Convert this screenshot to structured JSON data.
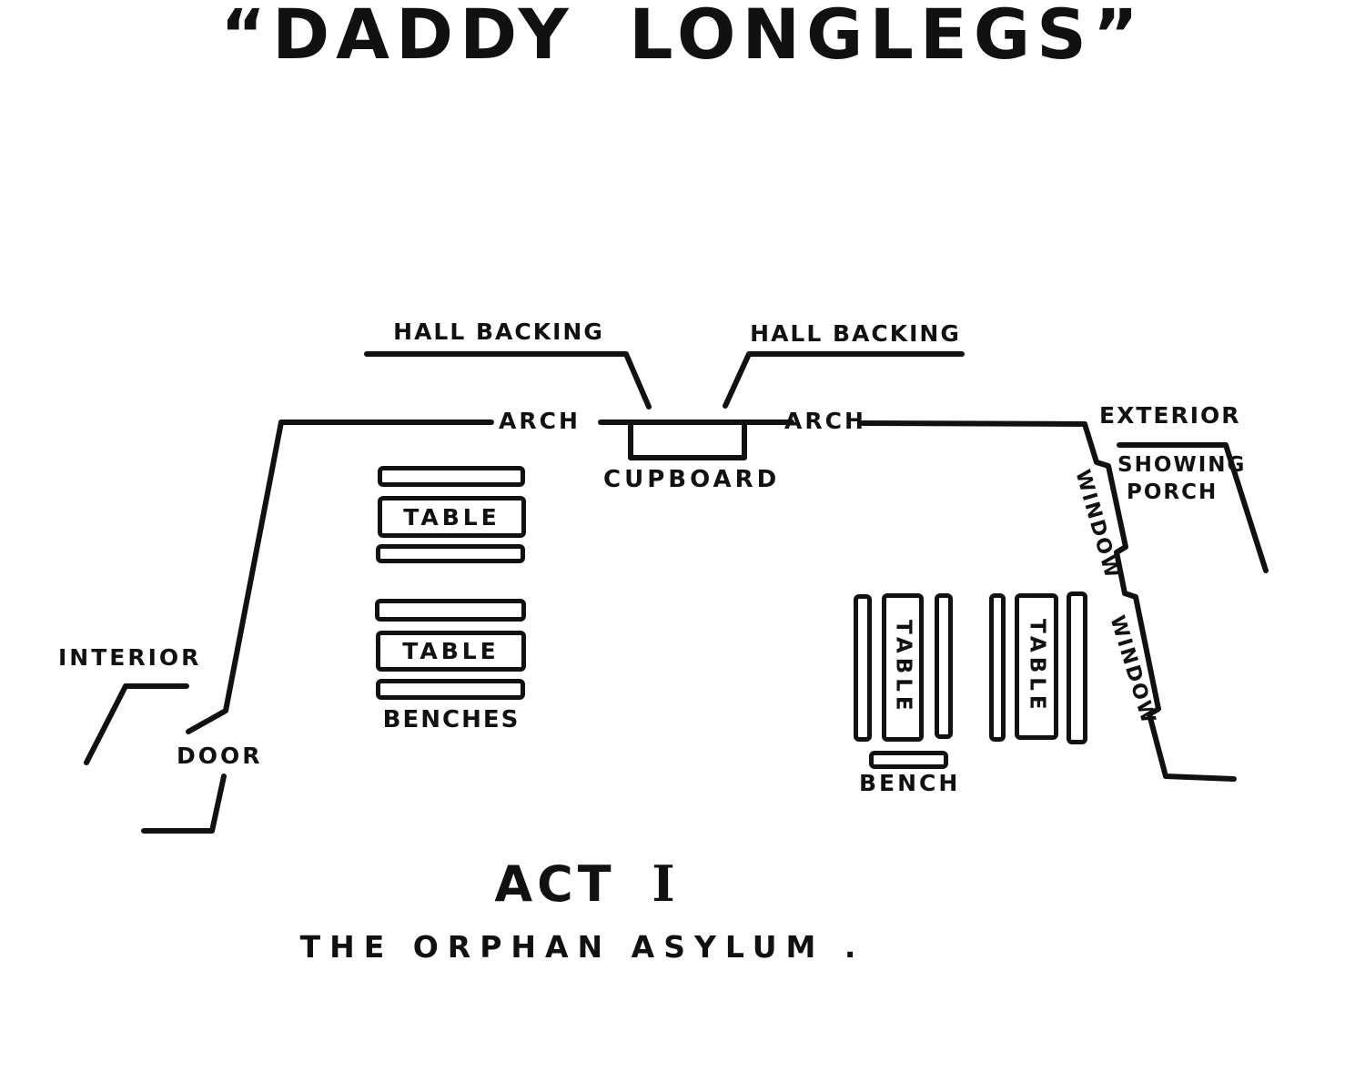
{
  "palette": {
    "ink": "#111111",
    "paper": "#ffffff"
  },
  "title": "“DADDY LONGLEGS”",
  "backdrop": {
    "hall_backing_left": "HALL BACKING",
    "hall_backing_right": "HALL BACKING",
    "arch_left": "ARCH",
    "arch_right": "ARCH",
    "cupboard": "CUPBOARD"
  },
  "left_side": {
    "interior": "INTERIOR",
    "door": "DOOR"
  },
  "right_side": {
    "exterior": "EXTERIOR",
    "showing_porch": [
      "SHOWING",
      "PORCH"
    ],
    "window_upper": "WINDOW",
    "window_lower": "WINDOW"
  },
  "furniture": {
    "left_tables": [
      "TABLE",
      "TABLE"
    ],
    "left_benches_label": "BENCHES",
    "right_tables": [
      "TABLE",
      "TABLE"
    ],
    "right_bench_label": "BENCH"
  },
  "footer": {
    "act_word": "ACT",
    "act_numeral": "I",
    "scene": "THE ORPHAN ASYLUM ."
  }
}
